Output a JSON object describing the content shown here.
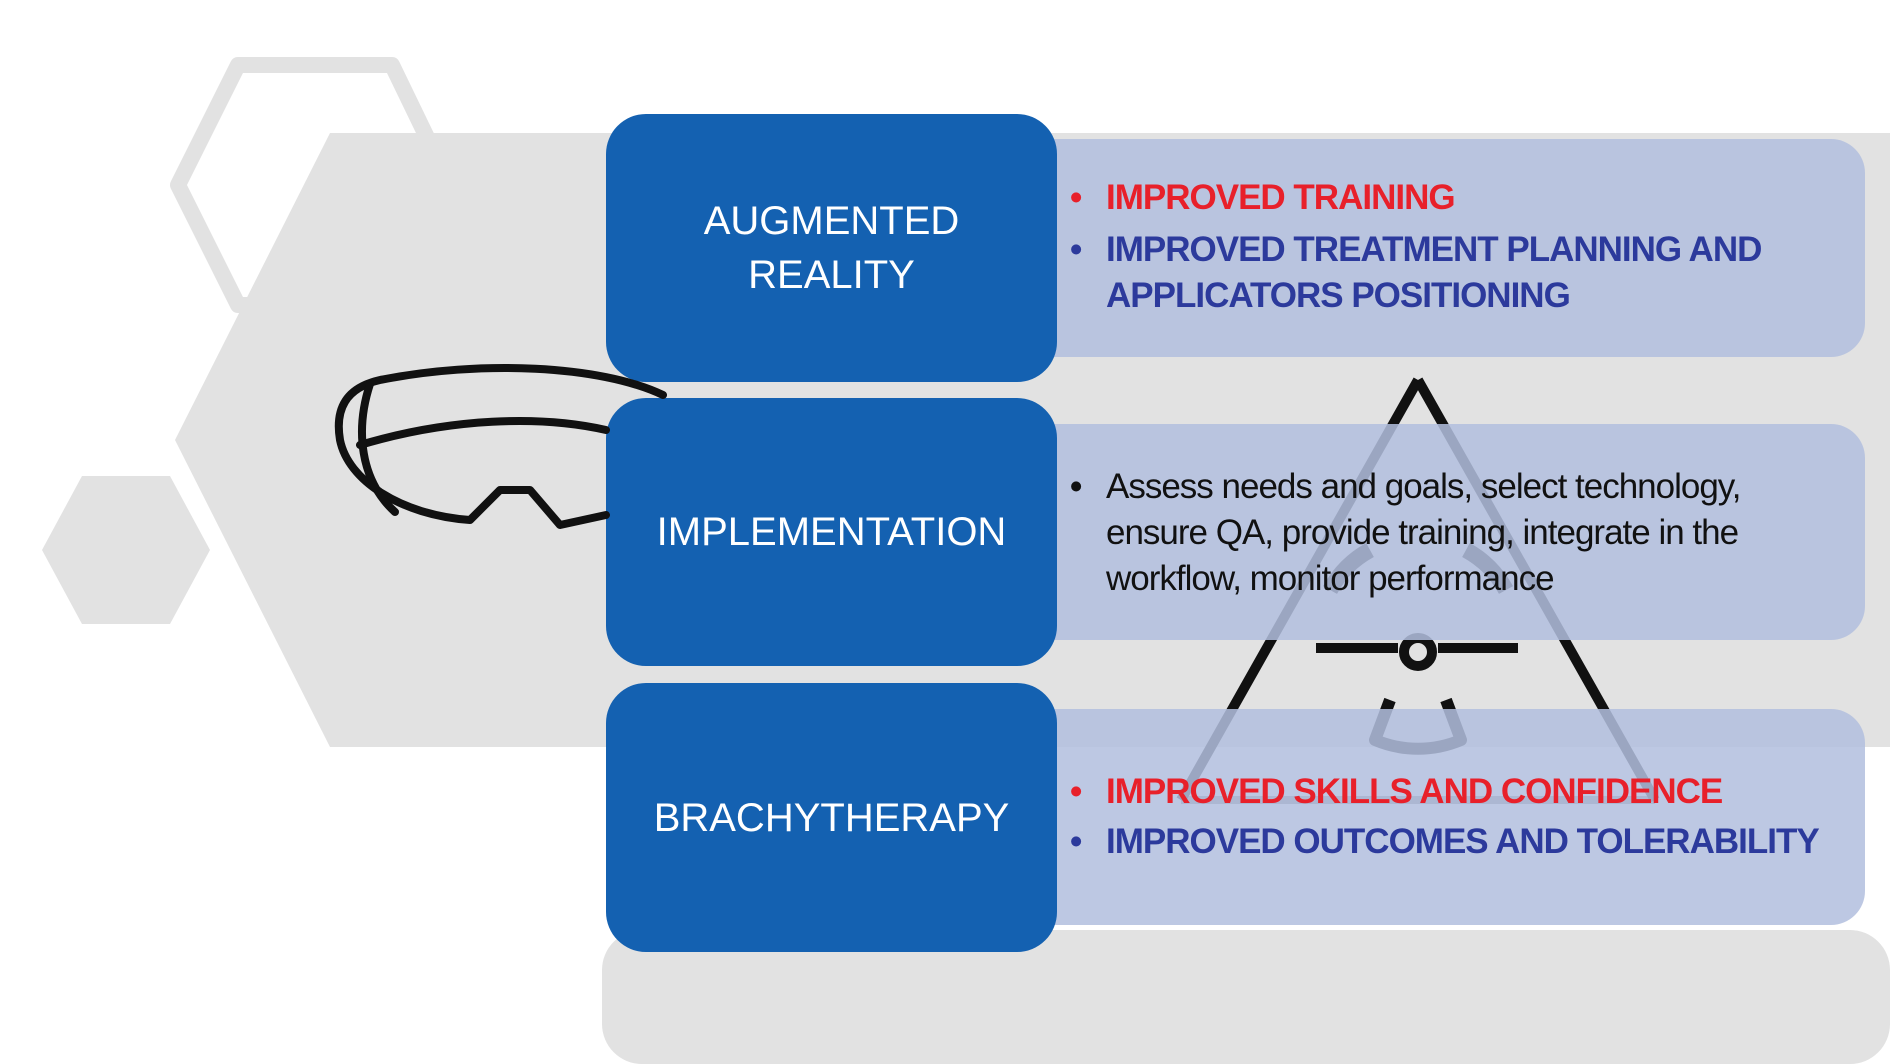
{
  "rows": [
    {
      "label_lines": [
        "AUGMENTED",
        "REALITY"
      ],
      "items": [
        {
          "text": "IMPROVED TRAINING",
          "color": "#e8202a"
        },
        {
          "text": "IMPROVED TREATMENT PLANNING AND APPLICATORS POSITIONING",
          "color": "#2c3a9c"
        }
      ]
    },
    {
      "label_lines": [
        "IMPLEMENTATION"
      ],
      "items": [
        {
          "text": "Assess needs and goals, select technology, ensure QA, provide training, integrate in the workflow, monitor performance",
          "color": "#111111"
        }
      ]
    },
    {
      "label_lines": [
        "BRACHYTHERAPY"
      ],
      "items": [
        {
          "text": "IMPROVED SKILLS AND CONFIDENCE",
          "color": "#e8202a"
        },
        {
          "text": "IMPROVED OUTCOMES AND TOLERABILITY",
          "color": "#2c3a9c"
        }
      ]
    }
  ],
  "bullet": "•",
  "colors": {
    "box": "#1461b1",
    "panel": "#b2bfde",
    "background_shape": "#e2e2e2"
  },
  "icons": [
    "ar-goggles-icon",
    "radiation-warning-icon",
    "hexagon-decoration"
  ]
}
